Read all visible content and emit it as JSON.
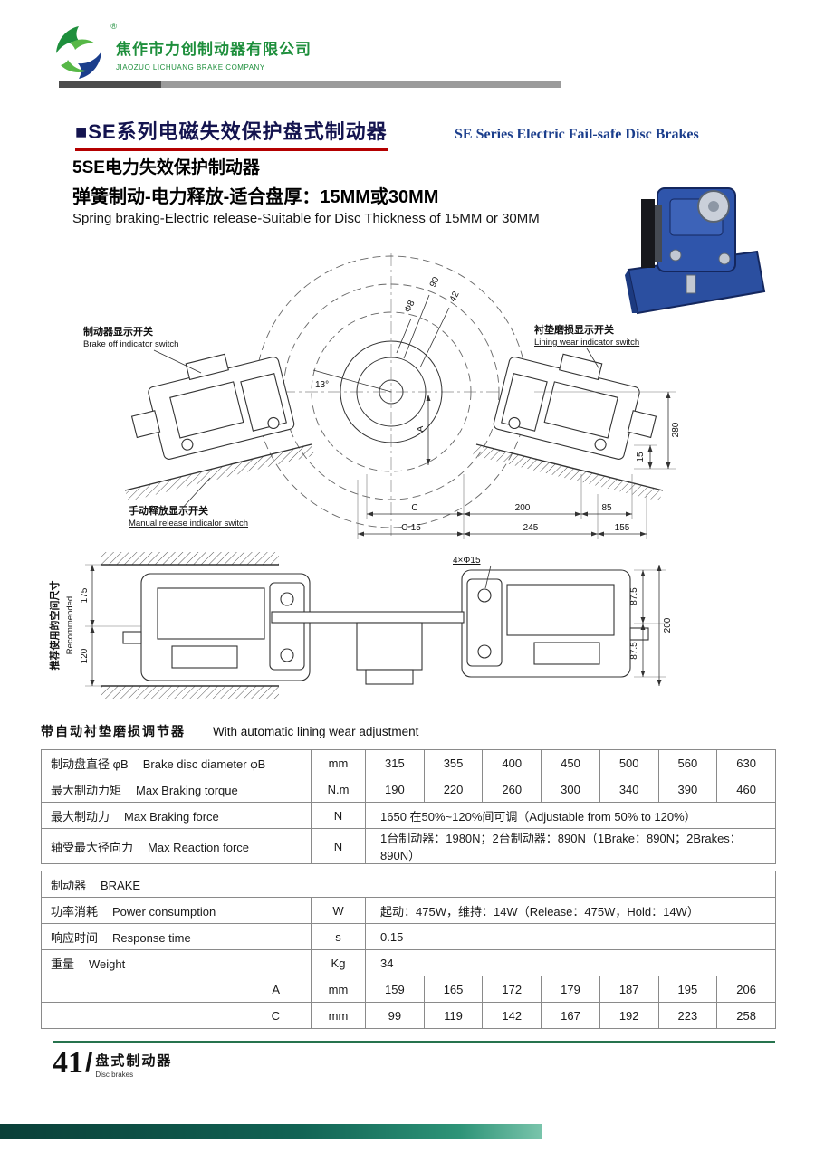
{
  "colors": {
    "brand_green": "#1e8f3c",
    "title_navy": "#14144f",
    "title_blue": "#1b3e8c",
    "underline_red": "#b40000",
    "footer_green": "#26734d",
    "bottom_bar_teal": "#116354",
    "product_blue": "#2b4fa0"
  },
  "header": {
    "company_cn": "焦作市力创制动器有限公司",
    "company_en": "JIAOZUO LICHUANG BRAKE COMPANY",
    "registered_mark": "®"
  },
  "title": {
    "series_cn": "■SE系列电磁失效保护盘式制动器",
    "series_en": "SE Series Electric Fail-safe Disc Brakes",
    "model_cn": "5SE电力失效保护制动器",
    "spec_cn": "弹簧制动-电力释放-适合盘厚：15MM或30MM",
    "spec_en": "Spring braking-Electric release-Suitable for Disc Thickness of 15MM or 30MM"
  },
  "drawing": {
    "labels": {
      "brake_off_cn": "制动器显示开关",
      "brake_off_en": "Brake off indicator switch",
      "lining_wear_cn": "衬垫磨损显示开关",
      "lining_wear_en": "Lining wear indicator switch",
      "manual_release_cn": "手动释放显示开关",
      "manual_release_en": "Manual release indicalor switch",
      "recommended_cn": "推荐使用的空间尺寸",
      "recommended_en": "Recommended"
    },
    "dims": {
      "top_90": "90",
      "top_42": "42",
      "hub_phi8": "Φ8",
      "angle_13": "13°",
      "height_280": "280",
      "offset_15": "15",
      "dim_A": "A",
      "dim_C": "C",
      "dim_200": "200",
      "dim_85": "85",
      "dim_C15": "C-15",
      "dim_245": "245",
      "dim_155": "155",
      "holes": "4×Φ15",
      "space_175": "175",
      "space_120": "120",
      "half_87a": "87.5",
      "half_87b": "87.5",
      "width_200": "200"
    }
  },
  "note": {
    "cn": "带自动衬垫磨损调节器",
    "en": "With automatic lining wear adjustment"
  },
  "table1": {
    "rows": {
      "diameter": {
        "cn": "制动盘直径 φB",
        "en": "Brake disc diameter φB",
        "unit": "mm",
        "values": [
          "315",
          "355",
          "400",
          "450",
          "500",
          "560",
          "630"
        ]
      },
      "torque": {
        "cn": "最大制动力矩",
        "en": "Max Braking torque",
        "unit": "N.m",
        "values": [
          "190",
          "220",
          "260",
          "300",
          "340",
          "390",
          "460"
        ]
      },
      "force": {
        "cn": "最大制动力",
        "en": "Max Braking force",
        "unit": "N",
        "value": "1650  在50%~120%间可调（Adjustable from 50% to 120%）"
      },
      "reaction": {
        "cn": "轴受最大径向力",
        "en": "Max Reaction force",
        "unit": "N",
        "value": "1台制动器：1980N；2台制动器：890N（1Brake：890N；2Brakes：890N）"
      }
    }
  },
  "table2": {
    "header": {
      "cn": "制动器",
      "en": "BRAKE"
    },
    "rows": {
      "power": {
        "cn": "功率消耗",
        "en": "Power consumption",
        "unit": "W",
        "value": "起动：475W，维持：14W（Release：475W，Hold：14W）"
      },
      "response": {
        "cn": "响应时间",
        "en": "Response time",
        "unit": "s",
        "value": "0.15"
      },
      "weight": {
        "cn": "重量",
        "en": "Weight",
        "unit": "Kg",
        "value": "34"
      },
      "dim_a": {
        "label": "A",
        "unit": "mm",
        "values": [
          "159",
          "165",
          "172",
          "179",
          "187",
          "195",
          "206"
        ]
      },
      "dim_c": {
        "label": "C",
        "unit": "mm",
        "values": [
          "99",
          "119",
          "142",
          "167",
          "192",
          "223",
          "258"
        ]
      }
    }
  },
  "footer": {
    "page_number": "41",
    "separator": "/",
    "section_cn": "盘式制动器",
    "section_en": "Disc brakes"
  }
}
